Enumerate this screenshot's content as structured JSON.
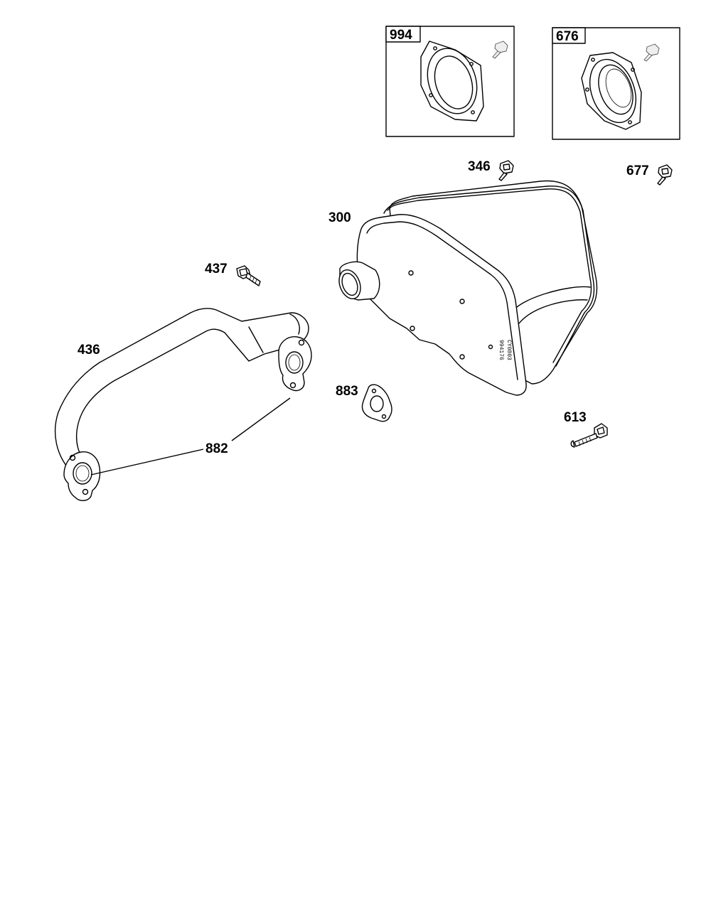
{
  "labels": {
    "p994": "994",
    "p676": "676",
    "p346": "346",
    "p677": "677",
    "p300": "300",
    "p437": "437",
    "p436": "436",
    "p883": "883",
    "p882": "882",
    "p613": "613"
  },
  "stamp": {
    "line1": "994176",
    "line2": "CY0803"
  }
}
